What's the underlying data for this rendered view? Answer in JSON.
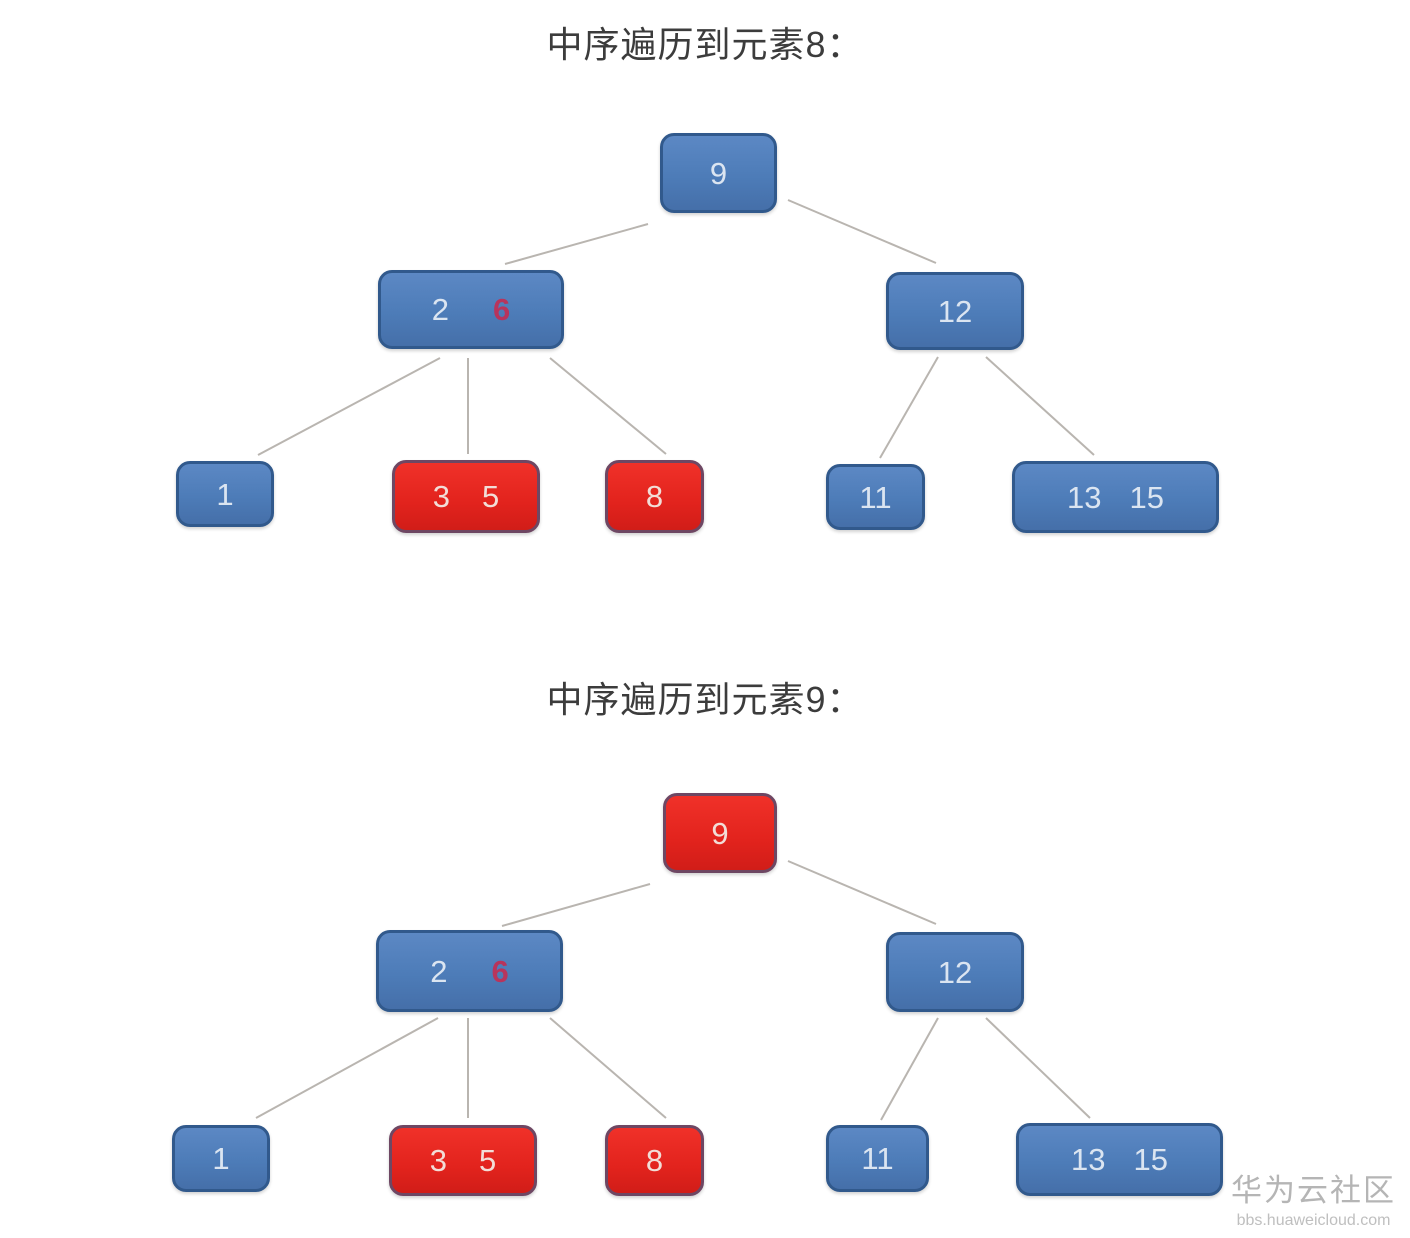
{
  "colors": {
    "title_color": "#3c3c3c",
    "edge_color": "#b9b5b0",
    "blue_fill": "#4d7cb8",
    "blue_fill_light": "#5c88c4",
    "blue_fill_dark": "#456fa9",
    "blue_border": "#31598c",
    "red_fill": "#e2231d",
    "red_fill_light": "#f03129",
    "red_fill_dark": "#d11d18",
    "red_border": "#6e4763",
    "node_text_blue": "#dbe5f1",
    "node_text_red": "#f2ddd7",
    "accent_key_color": "#b8345c",
    "watermark_color": "#b5b5b5",
    "watermark_color2": "#bfbfbf"
  },
  "diagrams": [
    {
      "title": "中序遍历到元素8：",
      "nodes": {
        "root": {
          "variant": "blue",
          "keys": [
            {
              "t": "9"
            }
          ]
        },
        "n26": {
          "variant": "blue",
          "keys": [
            {
              "t": "2"
            },
            {
              "t": "6",
              "accent": true
            }
          ]
        },
        "n12": {
          "variant": "blue",
          "keys": [
            {
              "t": "12"
            }
          ]
        },
        "n1": {
          "variant": "blue",
          "keys": [
            {
              "t": "1"
            }
          ]
        },
        "n35": {
          "variant": "red",
          "keys": [
            {
              "t": "3"
            },
            {
              "t": "5"
            }
          ]
        },
        "n8": {
          "variant": "red",
          "keys": [
            {
              "t": "8"
            }
          ]
        },
        "n11": {
          "variant": "blue",
          "keys": [
            {
              "t": "11"
            }
          ]
        },
        "n1315": {
          "variant": "blue",
          "keys": [
            {
              "t": "13"
            },
            {
              "t": "15"
            }
          ]
        }
      }
    },
    {
      "title": "中序遍历到元素9：",
      "nodes": {
        "root": {
          "variant": "red",
          "keys": [
            {
              "t": "9"
            }
          ]
        },
        "n26": {
          "variant": "blue",
          "keys": [
            {
              "t": "2"
            },
            {
              "t": "6",
              "accent": true
            }
          ]
        },
        "n12": {
          "variant": "blue",
          "keys": [
            {
              "t": "12"
            }
          ]
        },
        "n1": {
          "variant": "blue",
          "keys": [
            {
              "t": "1"
            }
          ]
        },
        "n35": {
          "variant": "red",
          "keys": [
            {
              "t": "3"
            },
            {
              "t": "5"
            }
          ]
        },
        "n8": {
          "variant": "red",
          "keys": [
            {
              "t": "8"
            }
          ]
        },
        "n11": {
          "variant": "blue",
          "keys": [
            {
              "t": "11"
            }
          ]
        },
        "n1315": {
          "variant": "blue",
          "keys": [
            {
              "t": "13"
            },
            {
              "t": "15"
            }
          ]
        }
      }
    }
  ],
  "watermark": {
    "line1": "华为云社区",
    "line2": "bbs.huaweicloud.com"
  }
}
